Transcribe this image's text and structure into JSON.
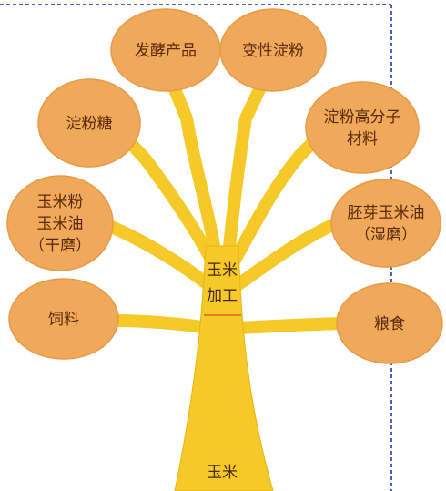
{
  "colors": {
    "tree": "#f5c928",
    "tree_dark": "#e6b416",
    "circle": "#f0a85a",
    "circle_stroke": "#e89a45",
    "guide": "#1a2aa8",
    "divider": "#e87a2a"
  },
  "trunk": {
    "top_label_line1": "玉米",
    "top_label_line2": "加工",
    "base_label": "玉米"
  },
  "nodes": [
    {
      "id": "fermentation",
      "lines": [
        "发酵产品"
      ]
    },
    {
      "id": "modified-starch",
      "lines": [
        "变性淀粉"
      ]
    },
    {
      "id": "starch-sugar",
      "lines": [
        "淀粉糖"
      ]
    },
    {
      "id": "starch-polymer",
      "lines": [
        "淀粉高分子",
        "材料"
      ]
    },
    {
      "id": "corn-flour-oil",
      "lines": [
        "玉米粉",
        "玉米油",
        "（干磨）"
      ]
    },
    {
      "id": "germ-oil",
      "lines": [
        "胚芽玉米油",
        "（湿磨）"
      ]
    },
    {
      "id": "feed",
      "lines": [
        "饲料"
      ]
    },
    {
      "id": "grain",
      "lines": [
        "粮食"
      ]
    }
  ]
}
